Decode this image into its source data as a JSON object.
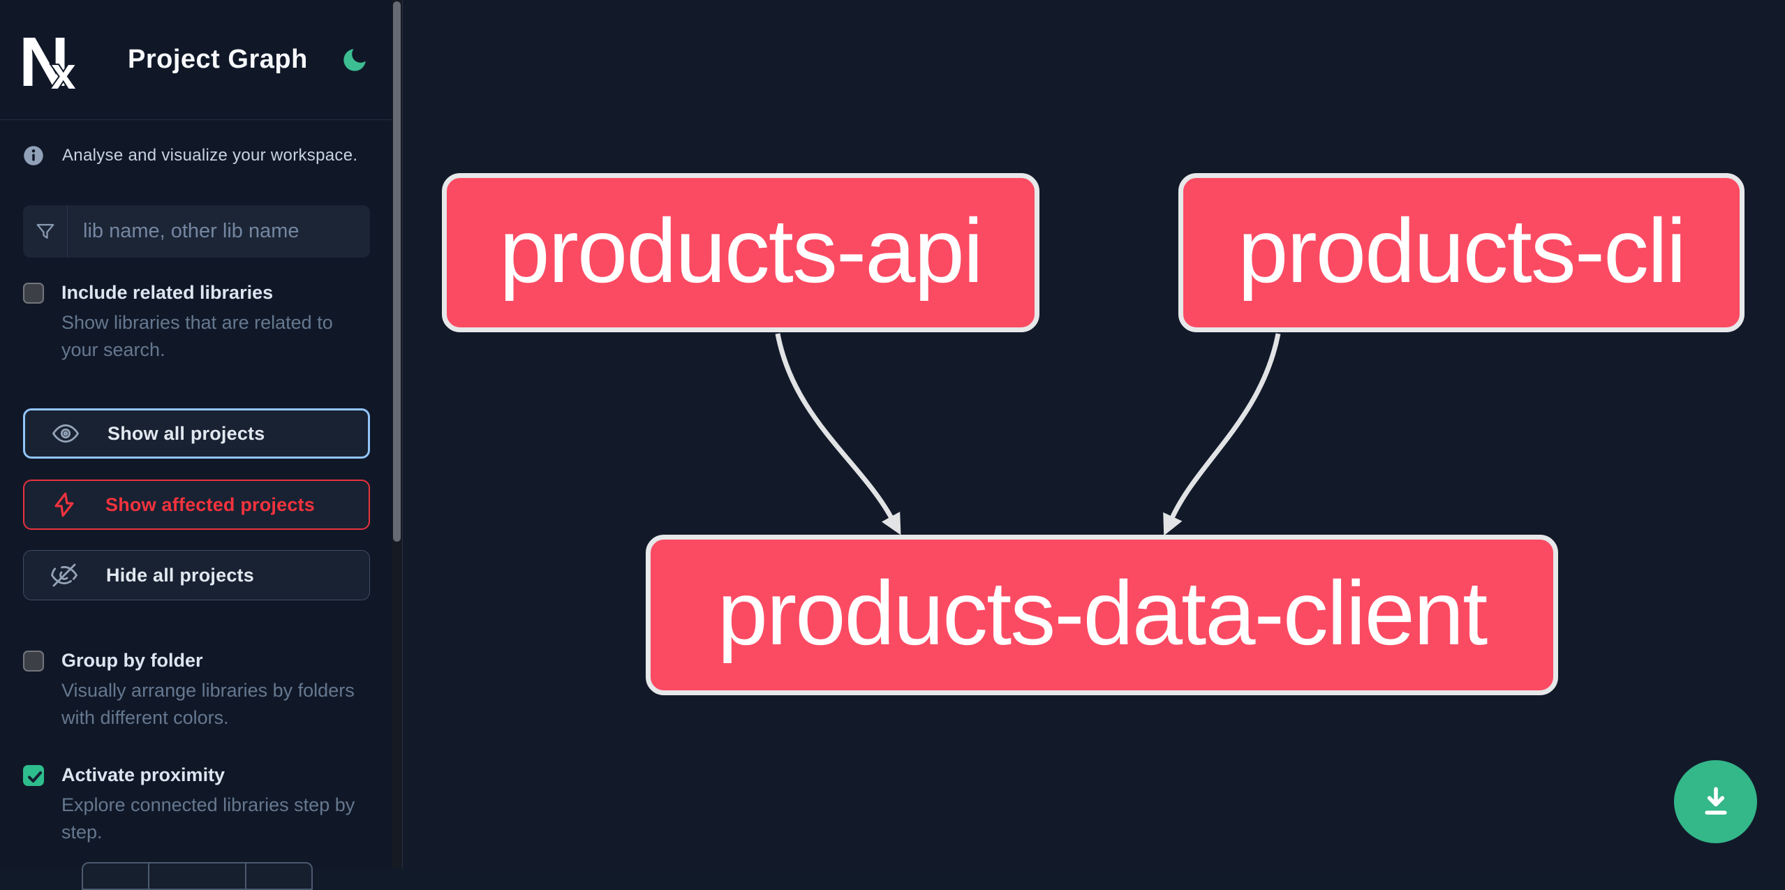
{
  "app": {
    "title": "Project Graph",
    "logo_text": "Nx"
  },
  "sidebar": {
    "tagline": "Analyse and visualize your workspace.",
    "search": {
      "placeholder": "lib name, other lib name"
    },
    "toggles": [
      {
        "label": "Include related libraries",
        "description": "Show libraries that are related to your search.",
        "checked": false
      },
      {
        "label": "Group by folder",
        "description": "Visually arrange libraries by folders with different colors.",
        "checked": false
      },
      {
        "label": "Activate proximity",
        "description": "Explore connected libraries step by step.",
        "checked": true
      }
    ],
    "buttons": [
      {
        "label": "Show all projects",
        "icon": "eye-icon",
        "variant": "focused"
      },
      {
        "label": "Show affected projects",
        "icon": "bolt-icon",
        "variant": "affected"
      },
      {
        "label": "Hide all projects",
        "icon": "eye-off-icon",
        "variant": "default"
      }
    ]
  },
  "graph": {
    "nodes": [
      {
        "id": "products-api",
        "label": "products-api"
      },
      {
        "id": "products-cli",
        "label": "products-cli"
      },
      {
        "id": "products-data-client",
        "label": "products-data-client"
      }
    ],
    "edges": [
      {
        "source": "products-api",
        "target": "products-data-client"
      },
      {
        "source": "products-cli",
        "target": "products-data-client"
      }
    ]
  },
  "fab": {
    "icon": "download-icon"
  },
  "colors": {
    "node_fill": "#fb4b63",
    "node_border": "#e6e8ea",
    "edge": "#e2e3e5",
    "accent_green": "#34b789",
    "affected_red": "#f2333e",
    "focus_blue": "#93c5fd",
    "background": "#121a2a"
  }
}
